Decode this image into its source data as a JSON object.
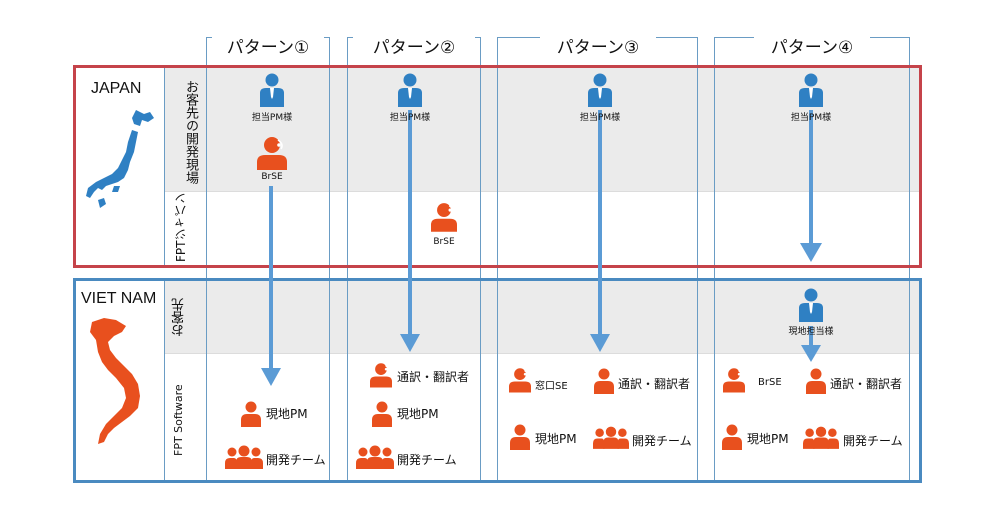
{
  "patterns": [
    "パターン①",
    "パターン②",
    "パターン③",
    "パターン④"
  ],
  "countries": {
    "japan": "JAPAN",
    "vietnam": "VIET NAM"
  },
  "row_labels": {
    "jp_client": "お客先の開発現場",
    "fpt_japan": "FPTジャパン",
    "vn_client": "お客先",
    "fpt_software": "FPT Software"
  },
  "roles": {
    "pm_sama": "担当PM様",
    "brse": "BrSE",
    "local_pm": "現地PM",
    "dev_team": "開発チーム",
    "translator": "通訳・翻訳者",
    "window_se": "窓口SE",
    "local_rep": "現地担当様"
  },
  "colors": {
    "client_blue": "#2f80c3",
    "fpt_orange": "#e8501e",
    "arrow_blue": "#5b9bd5",
    "japan_border": "#c5434a",
    "vietnam_border": "#4a8ac0"
  },
  "icons": [
    "client-person-icon",
    "fpt-brse-icon",
    "fpt-person-icon",
    "fpt-team-icon",
    "arrow-down-icon",
    "japan-map-icon",
    "vietnam-map-icon"
  ]
}
